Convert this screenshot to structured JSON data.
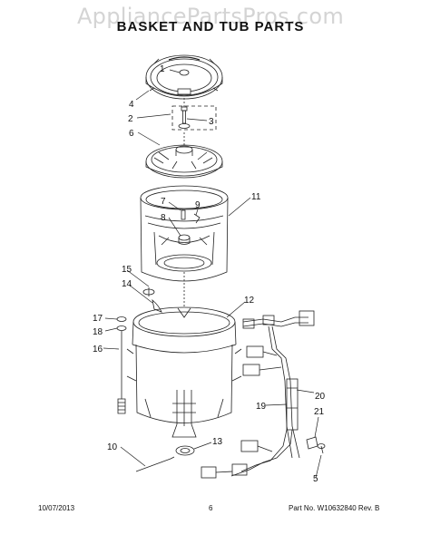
{
  "watermark": "AppliancePartsPros.com",
  "title": "BASKET AND TUB PARTS",
  "callouts": {
    "c1": "1",
    "c2": "2",
    "c3": "3",
    "c4": "4",
    "c5": "5",
    "c6": "6",
    "c7": "7",
    "c8": "8",
    "c9": "9",
    "c10": "10",
    "c11": "11",
    "c12": "12",
    "c13": "13",
    "c14": "14",
    "c15": "15",
    "c16": "16",
    "c17": "17",
    "c18": "18",
    "c19": "19",
    "c20": "20",
    "c21": "21"
  },
  "footer": {
    "date": "10/07/2013",
    "page": "6",
    "part_number": "Part No. W10632840 Rev. B"
  }
}
